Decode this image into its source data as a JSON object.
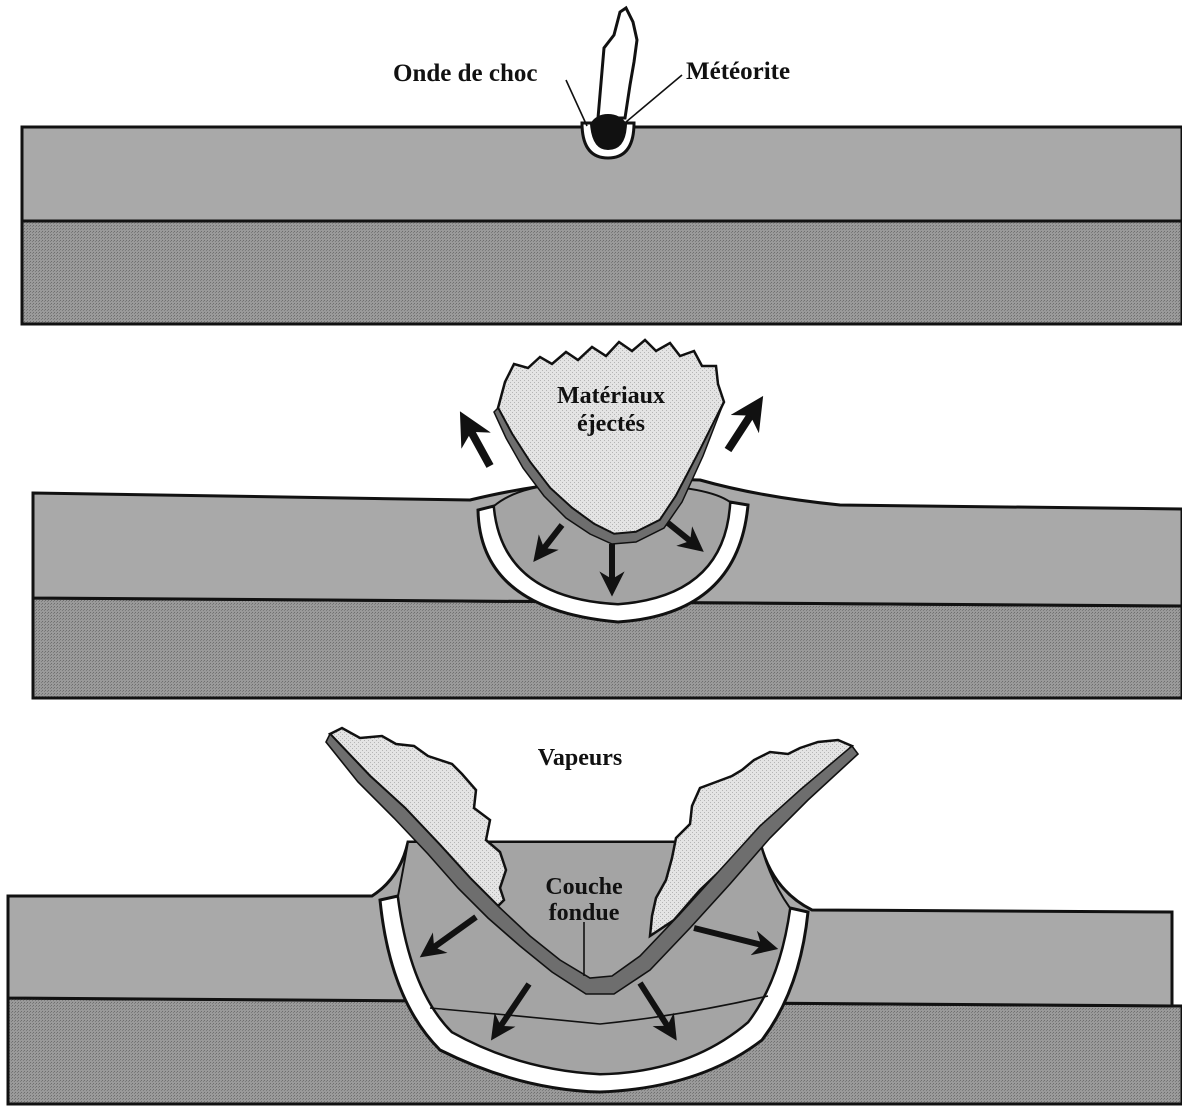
{
  "panels": [
    {
      "labels": {
        "shock_wave": "Onde de choc",
        "meteorite": "Météorite"
      }
    },
    {
      "labels": {
        "ejecta_line1": "Matériaux",
        "ejecta_line2": "éjectés"
      }
    },
    {
      "labels": {
        "vapors": "Vapeurs",
        "melt_line1": "Couche",
        "melt_line2": "fondue"
      }
    }
  ],
  "colors": {
    "upper_layer": "#a9a9a9",
    "lower_layer": "#8c8c8c",
    "ejecta_fill": "#dcdcdc",
    "melt_layer": "#6e6e6e",
    "outline": "#111111",
    "shock_band": "#ffffff"
  }
}
